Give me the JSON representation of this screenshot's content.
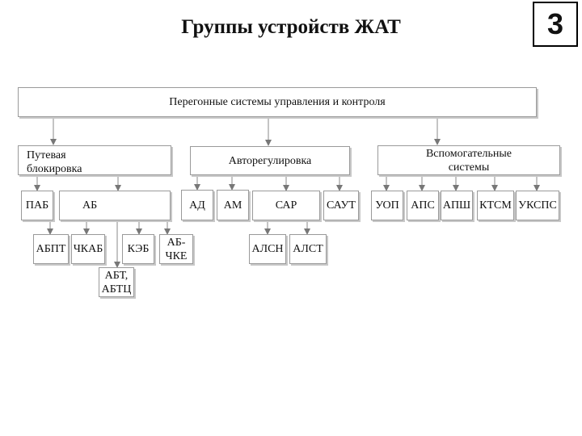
{
  "title": "Группы устройств ЖАТ",
  "slide_number": "3",
  "nodes": {
    "root": "Перегонные системы управления и контроля",
    "cat_track": "Путевая\nблокировка",
    "cat_autoreg": "Авторегулировка",
    "cat_aux": "Вспомогательные\nсистемы",
    "pab": "ПАБ",
    "ab": "АБ",
    "abpt": "АБПТ",
    "chkab": "ЧКАБ",
    "abt": "АБТ,\nАБТЦ",
    "keb": "КЭБ",
    "ab_chke": "АБ-\nЧКЕ",
    "ad": "АД",
    "am": "АМ",
    "sar": "САР",
    "saut": "САУТ",
    "alsn": "АЛСН",
    "alst": "АЛСТ",
    "uop": "УОП",
    "aps": "АПС",
    "apsh": "АПШ",
    "ktsm": "КТСМ",
    "ukcps": "УКСПС"
  }
}
